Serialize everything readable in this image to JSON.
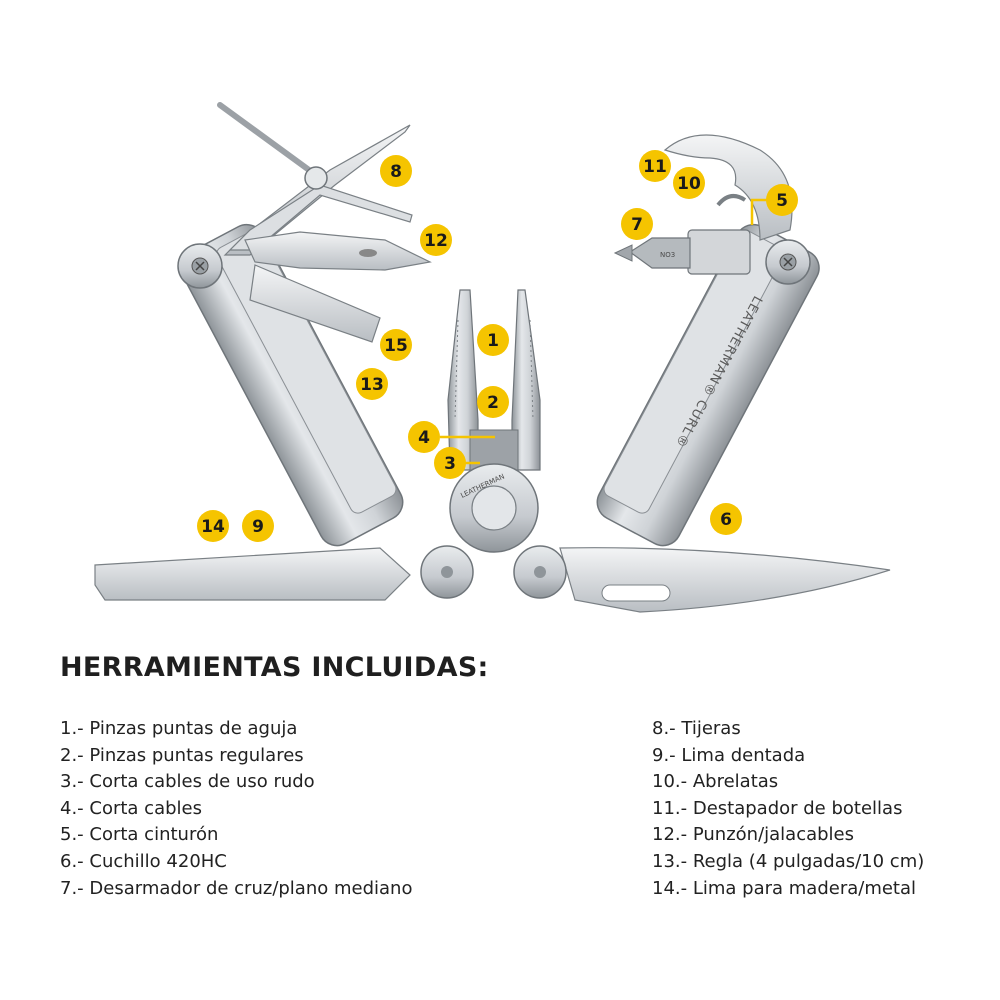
{
  "tool_engraving": "LEATHERMAN® CURL®",
  "pliers_engraving": "LEATHERMAN",
  "bit_label": "NO3",
  "callouts": [
    {
      "id": "callout-1",
      "num": "1"
    },
    {
      "id": "callout-2",
      "num": "2"
    },
    {
      "id": "callout-3",
      "num": "3"
    },
    {
      "id": "callout-4",
      "num": "4"
    },
    {
      "id": "callout-5",
      "num": "5"
    },
    {
      "id": "callout-6",
      "num": "6"
    },
    {
      "id": "callout-7",
      "num": "7"
    },
    {
      "id": "callout-8",
      "num": "8"
    },
    {
      "id": "callout-9",
      "num": "9"
    },
    {
      "id": "callout-10",
      "num": "10"
    },
    {
      "id": "callout-11",
      "num": "11"
    },
    {
      "id": "callout-12",
      "num": "12"
    },
    {
      "id": "callout-13",
      "num": "13"
    },
    {
      "id": "callout-14",
      "num": "14"
    },
    {
      "id": "callout-15",
      "num": "15"
    }
  ],
  "list": {
    "title": "HERRAMIENTAS INCLUIDAS:",
    "left": [
      "1.- Pinzas puntas de aguja",
      "2.- Pinzas puntas regulares",
      "3.- Corta cables de uso rudo",
      "4.- Corta cables",
      "5.- Corta cinturón",
      "6.- Cuchillo 420HC",
      "7.- Desarmador de cruz/plano mediano"
    ],
    "right": [
      "8.- Tijeras",
      "9.- Lima dentada",
      "10.- Abrelatas",
      "11.- Destapador de botellas",
      "12.- Punzón/jalacables",
      "13.- Regla (4 pulgadas/10 cm)",
      "14.- Lima para madera/metal"
    ]
  }
}
